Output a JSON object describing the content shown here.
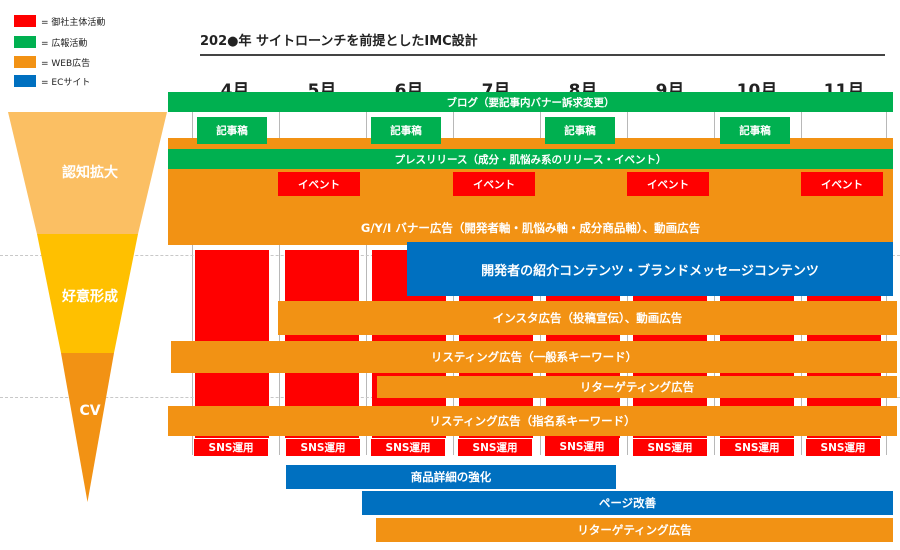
{
  "legend": [
    {
      "label": "= 御社主体活動",
      "color": "#ff0000"
    },
    {
      "label": "= 広報活動",
      "color": "#00b050"
    },
    {
      "label": "= WEB広告",
      "color": "#f29214"
    },
    {
      "label": "= ECサイト",
      "color": "#0070c0"
    }
  ],
  "title": "202●年 サイトローンチを前提としたIMC設計",
  "months": [
    "4月",
    "5月",
    "6月",
    "7月",
    "8月",
    "9月",
    "10月",
    "11月"
  ],
  "funnel": {
    "stage1": "認知拡大",
    "stage2": "好意形成",
    "stage3": "CV",
    "colors": [
      "#fbbf63",
      "#ffc000",
      "#f29214"
    ]
  },
  "bars": {
    "blog": "ブログ（要記事内バナー訴求変更）",
    "kiji": "記事稿",
    "press": "プレスリリース（成分・肌悩み系のリリース・イベント）",
    "event": "イベント",
    "banner": "G/Y/I バナー広告（開発者軸・肌悩み軸・成分商品軸）、動画広告",
    "developer": "開発者の紹介コンテンツ・ブランドメッセージコンテンツ",
    "insta": "インスタ広告（投稿宣伝）、動画広告",
    "listing_general": "リスティング広告（一般系キーワード）",
    "retargeting1": "リターゲティング広告",
    "listing_named": "リスティング広告（指名系キーワード）",
    "sns": "SNS運用",
    "product_detail": "商品詳細の強化",
    "page_improve": "ページ改善",
    "retargeting2": "リターゲティング広告"
  }
}
